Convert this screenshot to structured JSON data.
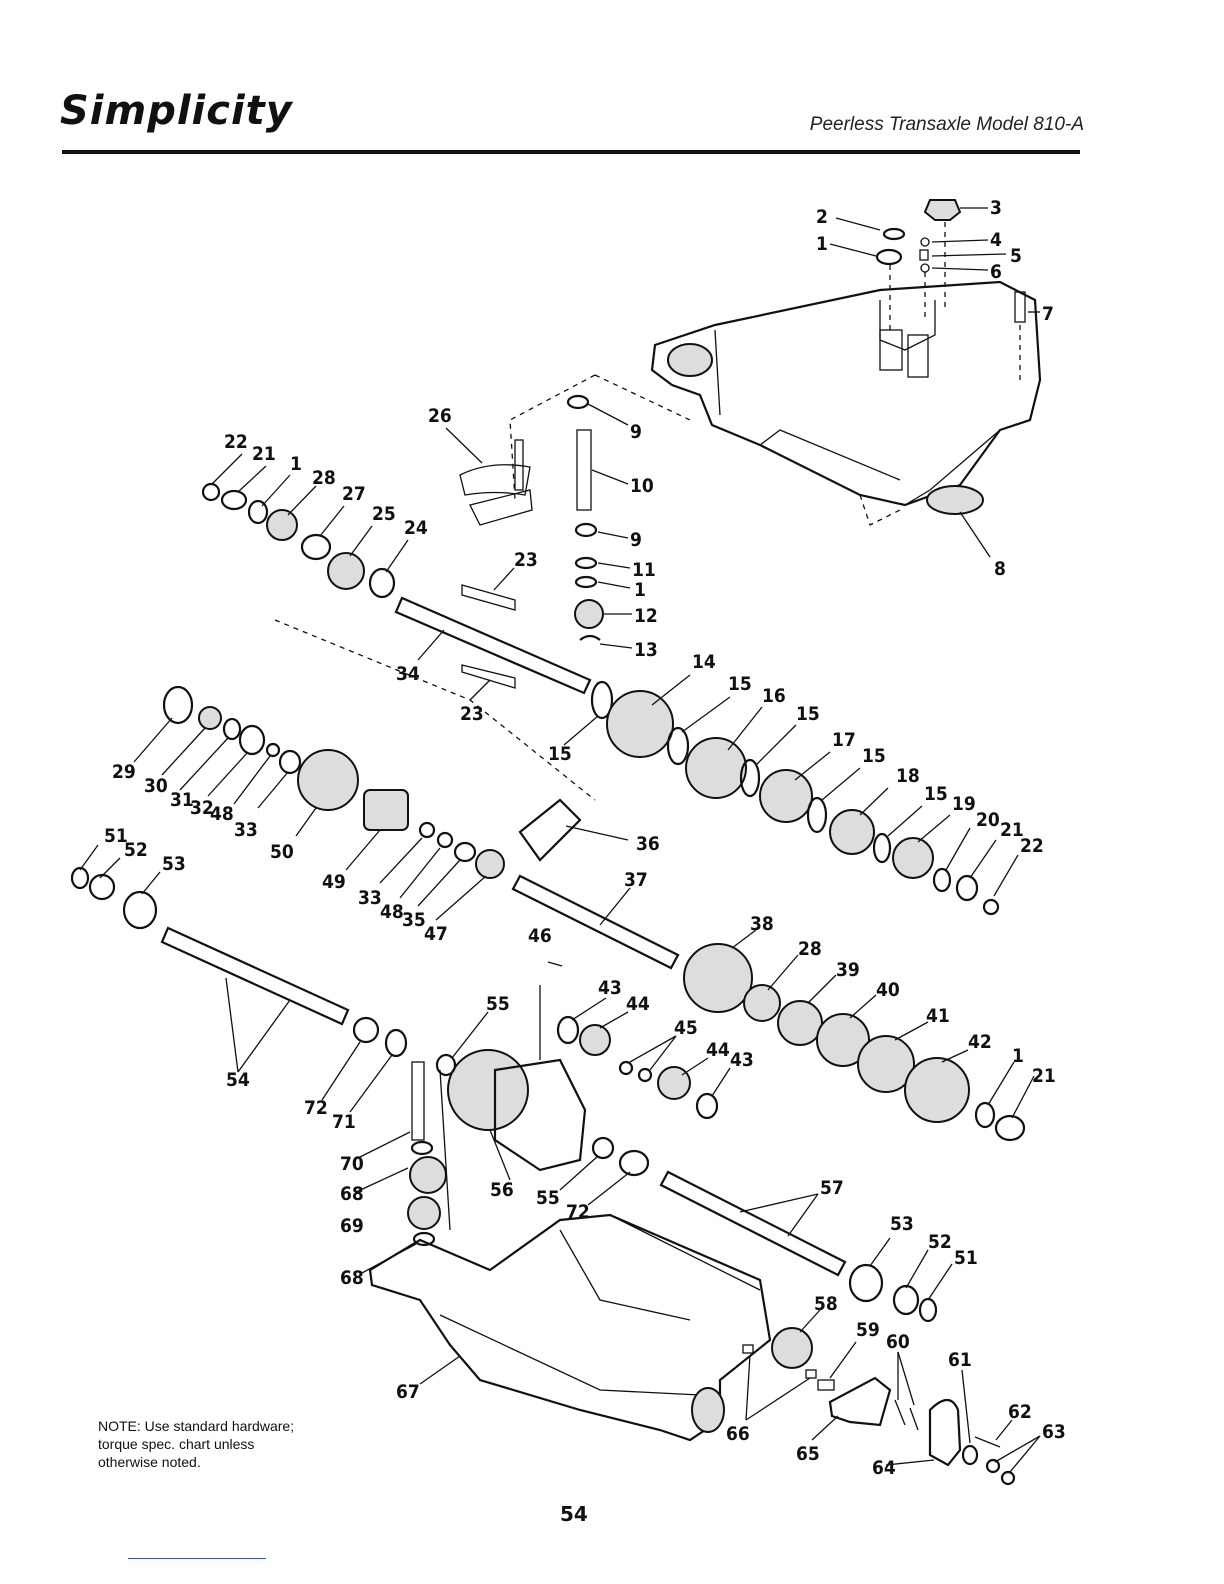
{
  "header": {
    "brand": "Simplicity",
    "model": "Peerless Transaxle Model 810-A"
  },
  "callouts": [
    {
      "id": "c2",
      "label": "2"
    },
    {
      "id": "c1a",
      "label": "1"
    },
    {
      "id": "c3",
      "label": "3"
    },
    {
      "id": "c4",
      "label": "4"
    },
    {
      "id": "c5",
      "label": "5"
    },
    {
      "id": "c6",
      "label": "6"
    },
    {
      "id": "c7",
      "label": "7"
    },
    {
      "id": "c8",
      "label": "8"
    },
    {
      "id": "c9a",
      "label": "9"
    },
    {
      "id": "c10",
      "label": "10"
    },
    {
      "id": "c9b",
      "label": "9"
    },
    {
      "id": "c11",
      "label": "11"
    },
    {
      "id": "c1b",
      "label": "1"
    },
    {
      "id": "c12",
      "label": "12"
    },
    {
      "id": "c13",
      "label": "13"
    },
    {
      "id": "c26",
      "label": "26"
    },
    {
      "id": "c22a",
      "label": "22"
    },
    {
      "id": "c21a",
      "label": "21"
    },
    {
      "id": "c1c",
      "label": "1"
    },
    {
      "id": "c28a",
      "label": "28"
    },
    {
      "id": "c27",
      "label": "27"
    },
    {
      "id": "c25",
      "label": "25"
    },
    {
      "id": "c24",
      "label": "24"
    },
    {
      "id": "c23a",
      "label": "23"
    },
    {
      "id": "c34",
      "label": "34"
    },
    {
      "id": "c23b",
      "label": "23"
    },
    {
      "id": "c14",
      "label": "14"
    },
    {
      "id": "c15a",
      "label": "15"
    },
    {
      "id": "c15b",
      "label": "15"
    },
    {
      "id": "c16",
      "label": "16"
    },
    {
      "id": "c15c",
      "label": "15"
    },
    {
      "id": "c17",
      "label": "17"
    },
    {
      "id": "c15d",
      "label": "15"
    },
    {
      "id": "c18",
      "label": "18"
    },
    {
      "id": "c15e",
      "label": "15"
    },
    {
      "id": "c19",
      "label": "19"
    },
    {
      "id": "c20",
      "label": "20"
    },
    {
      "id": "c21b",
      "label": "21"
    },
    {
      "id": "c22b",
      "label": "22"
    },
    {
      "id": "c29",
      "label": "29"
    },
    {
      "id": "c30",
      "label": "30"
    },
    {
      "id": "c31",
      "label": "31"
    },
    {
      "id": "c32",
      "label": "32"
    },
    {
      "id": "c48a",
      "label": "48"
    },
    {
      "id": "c33a",
      "label": "33"
    },
    {
      "id": "c50",
      "label": "50"
    },
    {
      "id": "c49",
      "label": "49"
    },
    {
      "id": "c33b",
      "label": "33"
    },
    {
      "id": "c48b",
      "label": "48"
    },
    {
      "id": "c35",
      "label": "35"
    },
    {
      "id": "c47",
      "label": "47"
    },
    {
      "id": "c36",
      "label": "36"
    },
    {
      "id": "c51a",
      "label": "51"
    },
    {
      "id": "c52a",
      "label": "52"
    },
    {
      "id": "c53a",
      "label": "53"
    },
    {
      "id": "c37",
      "label": "37"
    },
    {
      "id": "c46",
      "label": "46"
    },
    {
      "id": "c38",
      "label": "38"
    },
    {
      "id": "c28b",
      "label": "28"
    },
    {
      "id": "c39",
      "label": "39"
    },
    {
      "id": "c40",
      "label": "40"
    },
    {
      "id": "c41",
      "label": "41"
    },
    {
      "id": "c42",
      "label": "42"
    },
    {
      "id": "c1d",
      "label": "1"
    },
    {
      "id": "c21c",
      "label": "21"
    },
    {
      "id": "c43a",
      "label": "43"
    },
    {
      "id": "c44a",
      "label": "44"
    },
    {
      "id": "c45",
      "label": "45"
    },
    {
      "id": "c44b",
      "label": "44"
    },
    {
      "id": "c43b",
      "label": "43"
    },
    {
      "id": "c54",
      "label": "54"
    },
    {
      "id": "c55a",
      "label": "55"
    },
    {
      "id": "c72a",
      "label": "72"
    },
    {
      "id": "c71",
      "label": "71"
    },
    {
      "id": "c70",
      "label": "70"
    },
    {
      "id": "c68a",
      "label": "68"
    },
    {
      "id": "c69",
      "label": "69"
    },
    {
      "id": "c68b",
      "label": "68"
    },
    {
      "id": "c56",
      "label": "56"
    },
    {
      "id": "c55b",
      "label": "55"
    },
    {
      "id": "c72b",
      "label": "72"
    },
    {
      "id": "c57",
      "label": "57"
    },
    {
      "id": "c53b",
      "label": "53"
    },
    {
      "id": "c52b",
      "label": "52"
    },
    {
      "id": "c51b",
      "label": "51"
    },
    {
      "id": "c58",
      "label": "58"
    },
    {
      "id": "c59",
      "label": "59"
    },
    {
      "id": "c60",
      "label": "60"
    },
    {
      "id": "c61",
      "label": "61"
    },
    {
      "id": "c62",
      "label": "62"
    },
    {
      "id": "c63",
      "label": "63"
    },
    {
      "id": "c67",
      "label": "67"
    },
    {
      "id": "c66",
      "label": "66"
    },
    {
      "id": "c65",
      "label": "65"
    },
    {
      "id": "c64",
      "label": "64"
    }
  ],
  "note": {
    "line1": "NOTE: Use standard hardware;",
    "line2": "torque spec. chart unless",
    "line3": "otherwise noted."
  },
  "page_number": "54"
}
